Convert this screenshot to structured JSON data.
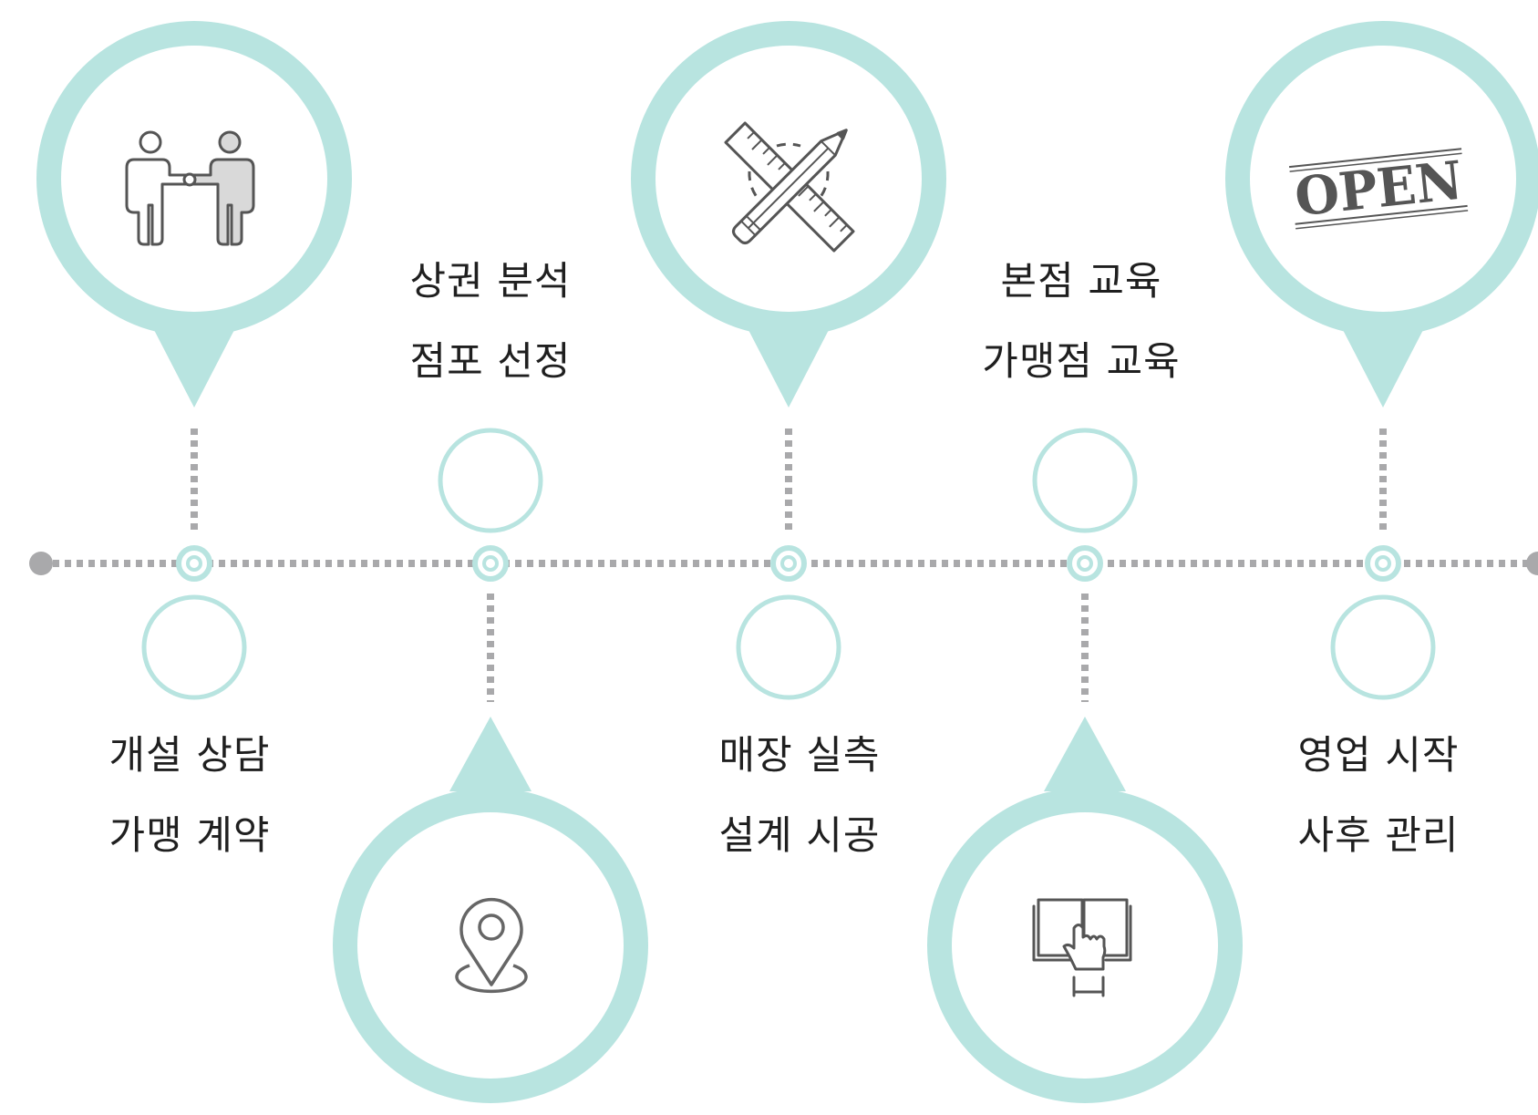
{
  "colors": {
    "accent": "#b8e4e0",
    "line": "#a9a9ab",
    "icon": "#555555",
    "text": "#1f1f1f"
  },
  "steps": [
    {
      "icon": "handshake-icon",
      "line1": "개설 상담",
      "line2": "가맹 계약"
    },
    {
      "icon": "location-pin-icon",
      "line1": "상권 분석",
      "line2": "점포 선정"
    },
    {
      "icon": "ruler-pencil-icon",
      "line1": "매장 실측",
      "line2": "설계 시공"
    },
    {
      "icon": "book-touch-icon",
      "line1": "본점 교육",
      "line2": "가맹점 교육"
    },
    {
      "icon": "open-sign-icon",
      "line1": "영업 시작",
      "line2": "사후 관리",
      "stamp": "OPEN"
    }
  ]
}
